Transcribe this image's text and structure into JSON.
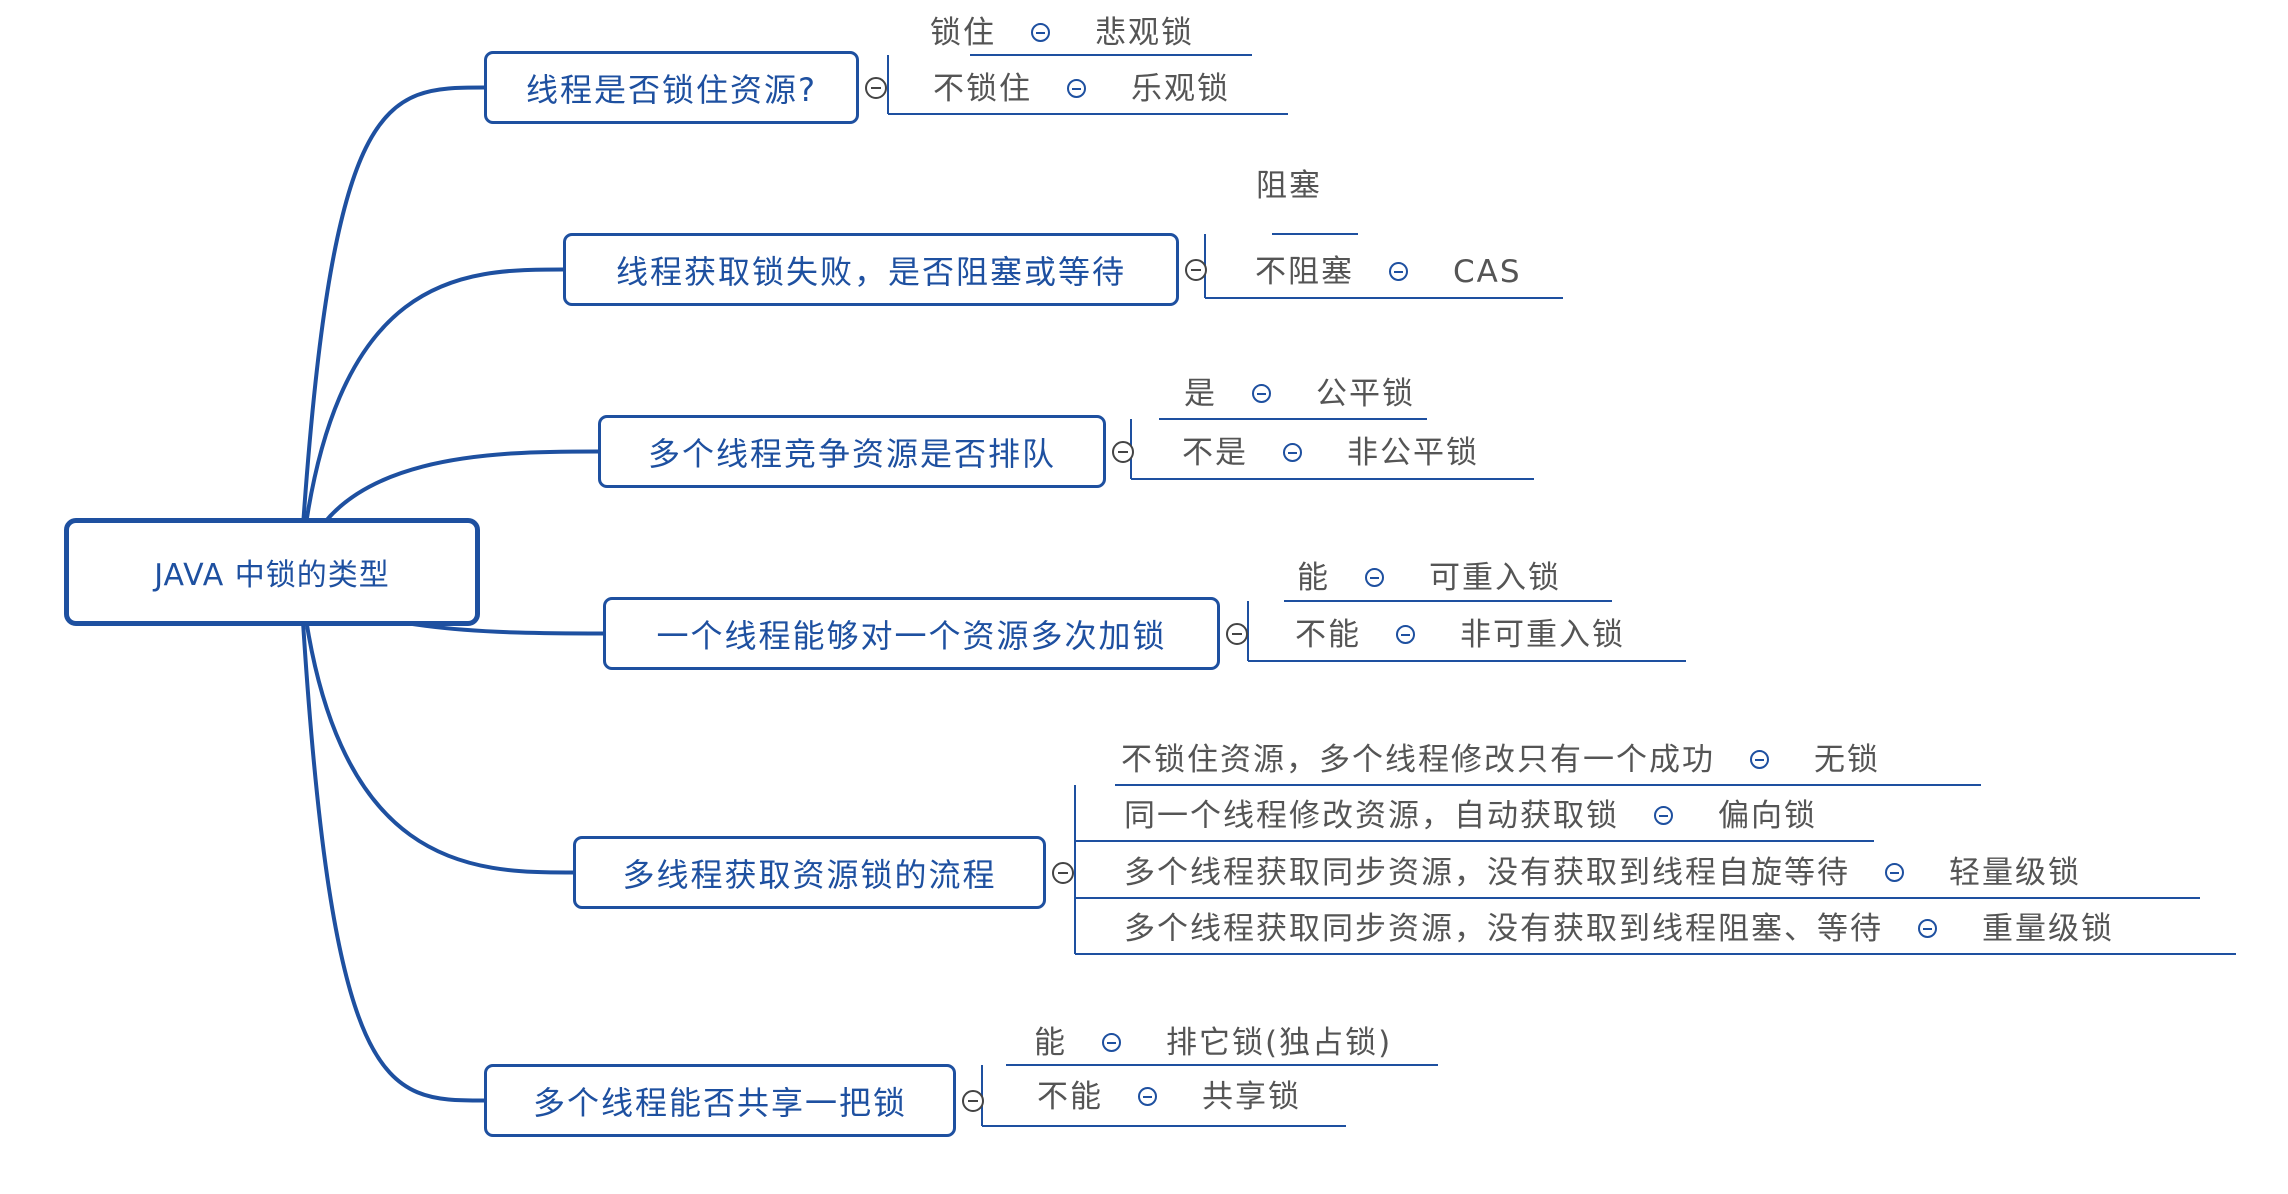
{
  "colors": {
    "node": "#1e50a0",
    "leaf_text": "#555555",
    "line": "#1e50a0"
  },
  "root": {
    "label": "JAVA 中锁的类型"
  },
  "branches": [
    {
      "label": "线程是否锁住资源?",
      "items": [
        {
          "condition": "锁住",
          "result": "悲观锁"
        },
        {
          "condition": "不锁住",
          "result": "乐观锁"
        }
      ]
    },
    {
      "label": "线程获取锁失败，是否阻塞或等待",
      "items": [
        {
          "condition": "阻塞",
          "result": ""
        },
        {
          "condition": "不阻塞",
          "result": "CAS"
        }
      ]
    },
    {
      "label": "多个线程竞争资源是否排队",
      "items": [
        {
          "condition": "是",
          "result": "公平锁"
        },
        {
          "condition": "不是",
          "result": "非公平锁"
        }
      ]
    },
    {
      "label": "一个线程能够对一个资源多次加锁",
      "items": [
        {
          "condition": "能",
          "result": "可重入锁"
        },
        {
          "condition": "不能",
          "result": "非可重入锁"
        }
      ]
    },
    {
      "label": "多线程获取资源锁的流程",
      "items": [
        {
          "condition": "不锁住资源，多个线程修改只有一个成功",
          "result": "无锁"
        },
        {
          "condition": "同一个线程修改资源，自动获取锁",
          "result": "偏向锁"
        },
        {
          "condition": "多个线程获取同步资源，没有获取到线程自旋等待",
          "result": "轻量级锁"
        },
        {
          "condition": "多个线程获取同步资源，没有获取到线程阻塞、等待",
          "result": "重量级锁"
        }
      ]
    },
    {
      "label": "多个线程能否共享一把锁",
      "items": [
        {
          "condition": "能",
          "result": "排它锁(独占锁)"
        },
        {
          "condition": "不能",
          "result": "共享锁"
        }
      ]
    }
  ]
}
